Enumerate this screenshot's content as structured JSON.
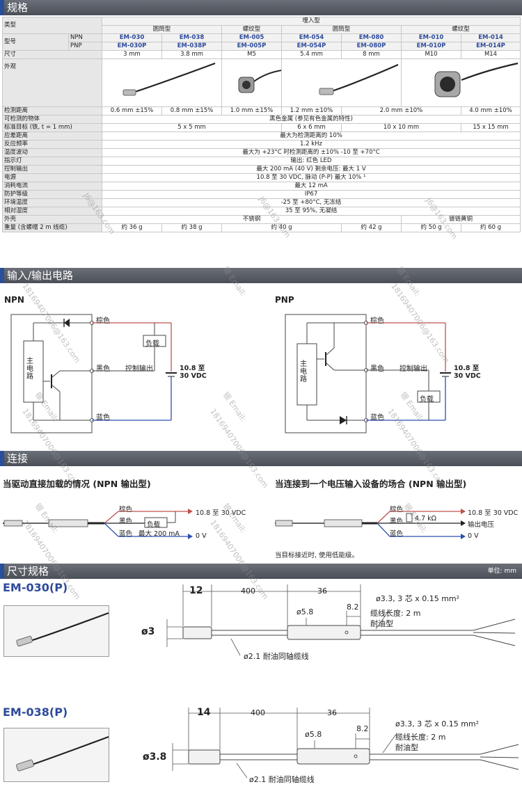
{
  "sections": {
    "spec": "规格",
    "io": "输入/输出电路",
    "connect": "连接",
    "dims": "尺寸规格",
    "unit": "单位: mm"
  },
  "spec_table": {
    "type_label": "类型",
    "embedded": "埋入型",
    "cyl1": "圆筒型",
    "thread1": "螺纹型",
    "cyl2": "圆筒型",
    "thread2": "螺纹型",
    "model_label": "型号",
    "npn": "NPN",
    "pnp": "PNP",
    "npn_models": [
      "EM-030",
      "EM-038",
      "EM-005",
      "EM-054",
      "EM-080",
      "EM-010",
      "EM-014"
    ],
    "pnp_models": [
      "EM-030P",
      "EM-038P",
      "EM-005P",
      "EM-054P",
      "EM-080P",
      "EM-010P",
      "EM-014P"
    ],
    "size_label": "尺寸",
    "sizes": [
      "3 mm",
      "3.8 mm",
      "M5",
      "5.4 mm",
      "8 mm",
      "M10",
      "M14"
    ],
    "appearance_label": "外观",
    "detect_label": "检测距离",
    "detect": [
      "0.6 mm ±15%",
      "0.8 mm ±15%",
      "1.0 mm ±15%",
      "1.2 mm ±10%",
      "2.0 mm ±10%",
      "4.0 mm ±10%"
    ],
    "object_label": "可检测的物体",
    "object": "黑色金属 (参见有色金属的特性)",
    "target_label": "标准目标 (铁, t = 1 mm)",
    "targets": [
      "5 x 5 mm",
      "6 x 6 mm",
      "10 x 10 mm",
      "15 x 15 mm"
    ],
    "hyst_label": "应差距离",
    "hyst": "最大为检测距离的 10%",
    "freq_label": "反应频率",
    "freq": "1.2 kHz",
    "temp_label": "温度波动",
    "temp": "最大为 +23°C 时检测距离的 ±10% -10 至 +70°C",
    "led_label": "指示灯",
    "led": "输出: 红色 LED",
    "ctrl_label": "控制输出",
    "ctrl": "最大 200 mA (40 V) 剩余电压: 最大 1 V",
    "power_label": "电源",
    "power": "10.8 至 30 VDC, 脉动 (P-P) 最大 10% ¹",
    "current_label": "消耗电流",
    "current": "最大 12 mA",
    "ip_label": "防护等级",
    "ip": "IP67",
    "envtemp_label": "环境温度",
    "envtemp": "-25 至 +80°C, 无冻结",
    "humid_label": "相对湿度",
    "humid": "35 至 95%, 无凝结",
    "case_label": "外壳",
    "case1": "不锈钢",
    "case2": "镀铬黄铜",
    "weight_label": "重量 (含螺帽 2 m 线缆)",
    "weights": [
      "约 36 g",
      "约 38 g",
      "约 40 g",
      "约 42 g",
      "约 50 g",
      "约 60 g"
    ]
  },
  "io": {
    "npn_title": "NPN",
    "pnp_title": "PNP",
    "main_circuit": "主电路",
    "brown": "棕色",
    "black": "黑色",
    "blue": "蓝色",
    "load": "负载",
    "ctrl_out": "控制输出",
    "supply": "10.8 至 30 VDC"
  },
  "connect": {
    "left_title": "当驱动直接加载的情况 (NPN 输出型)",
    "right_title": "当连接到一个电压输入设备的场合 (NPN 输出型)",
    "brown": "棕色",
    "black": "黑色",
    "blue": "蓝色",
    "load": "负载",
    "max200": "最大 200 mA",
    "v_supply": "10.8 至 30 VDC",
    "zero_v": "0 V",
    "res": "4.7 kΩ",
    "out_v": "输出电压",
    "note": "当目标接近时, 使用低能级。"
  },
  "dims": {
    "m1_title": "EM-030(P)",
    "m1": {
      "d_head": "ø3",
      "l1": "12",
      "l2": "400",
      "l3": "36",
      "d_body": "ø5.8",
      "l4": "8.2",
      "cable_spec": "ø3.3, 3 芯 x 0.15 mm²",
      "cable_len": "缆线长度: 2 m",
      "oil": "耐油型",
      "coax": "ø2.1 耐油同轴缆线"
    },
    "m2_title": "EM-038(P)",
    "m2": {
      "d_head": "ø3.8",
      "l1": "14",
      "l2": "400",
      "l3": "36",
      "d_body": "ø5.8",
      "l4": "8.2",
      "cable_spec": "ø3.3, 3 芯 x 0.15 mm²",
      "cable_len": "缆线长度: 2 m",
      "oil": "耐油型",
      "coax": "ø2.1 耐油同轴缆线"
    }
  },
  "watermark": {
    "a": "J6@163.com",
    "b": "银 Email:",
    "c": "18169407006@163.com"
  },
  "colors": {
    "band": "#54585f",
    "accent": "#2a4f9a",
    "wire_red": "#c0504d",
    "wire_blue": "#2b4fb0"
  }
}
